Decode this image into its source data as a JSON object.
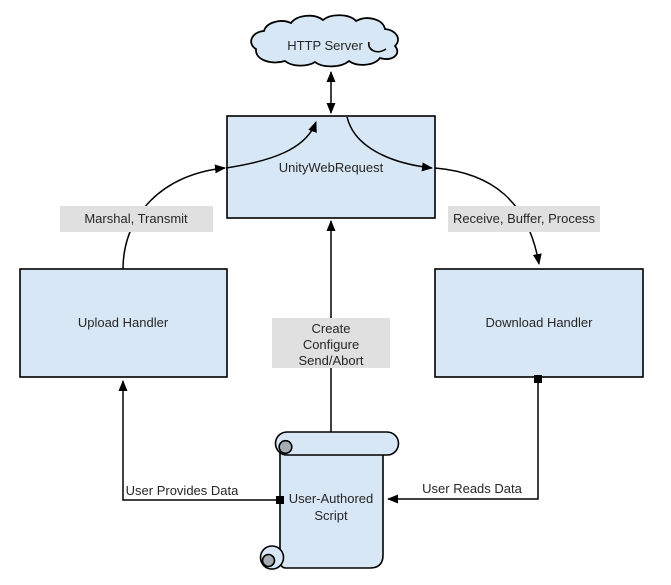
{
  "colors": {
    "node_fill": "#d8e7f5",
    "node_stroke": "#000000",
    "label_bg": "#e0e0e0",
    "curl_fill": "#a4adb5",
    "text": "#262626",
    "arrow": "#000000",
    "background": "#ffffff"
  },
  "nodes": {
    "http_server": {
      "label": "HTTP Server"
    },
    "unity_web_request": {
      "label": "UnityWebRequest"
    },
    "upload_handler": {
      "label": "Upload Handler"
    },
    "download_handler": {
      "label": "Download Handler"
    },
    "user_authored_script": {
      "line1": "User-Authored",
      "line2": "Script"
    }
  },
  "edge_labels": {
    "marshal_transmit": "Marshal, Transmit",
    "receive_buffer_process": "Receive, Buffer, Process",
    "create": "Create",
    "configure": "Configure",
    "send_abort": "Send/Abort",
    "user_provides_data": "User Provides Data",
    "user_reads_data": "User Reads Data"
  }
}
